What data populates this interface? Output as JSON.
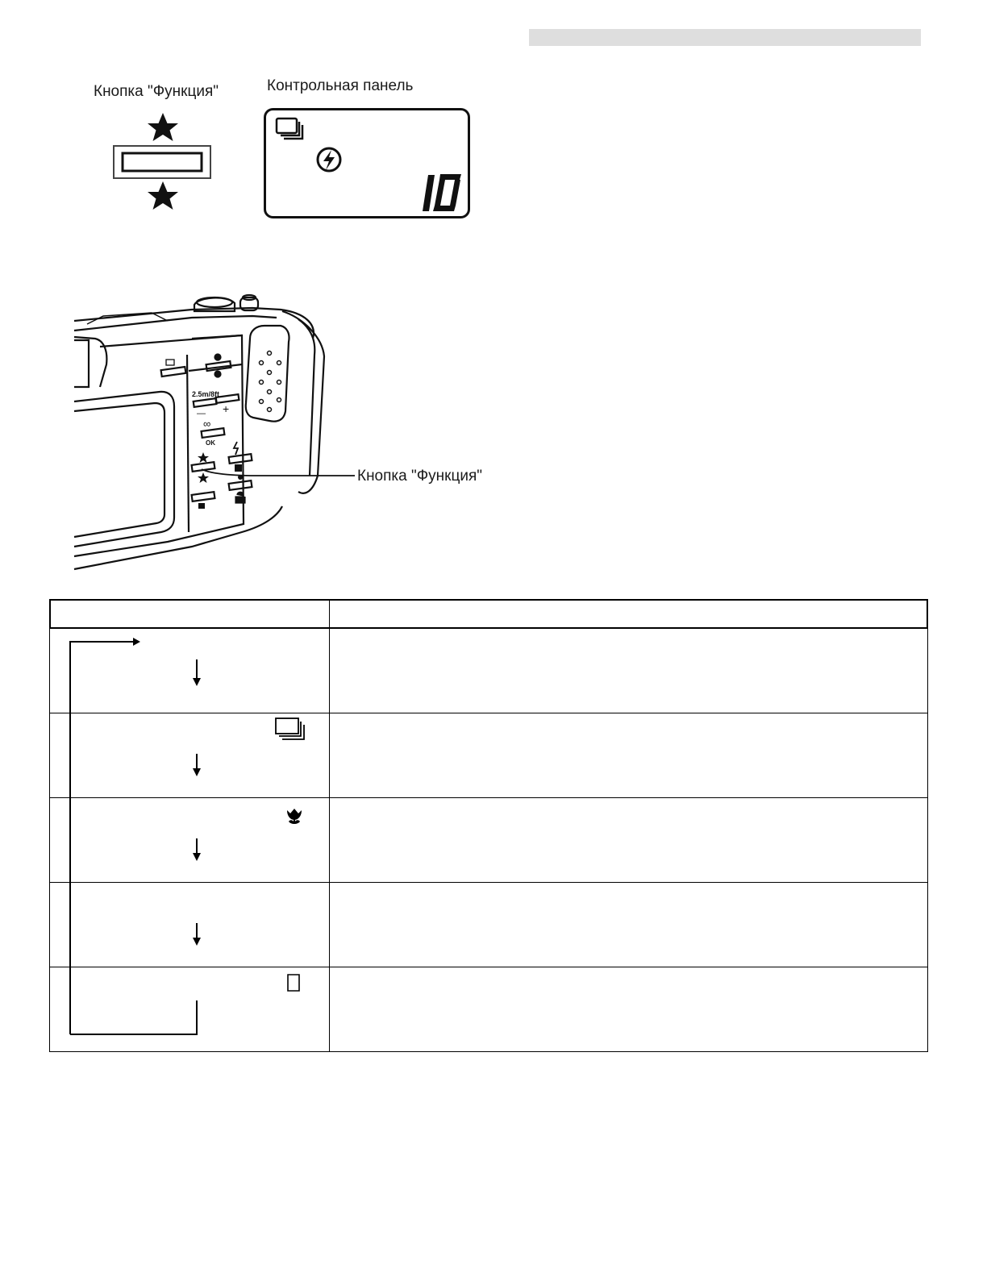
{
  "labels": {
    "function_button": "Кнопка \"Функция\"",
    "control_panel": "Контрольная панель",
    "callout_function_button": "Кнопка \"Функция\""
  },
  "lcd": {
    "frame_count": "10"
  },
  "icons": {
    "func_up": "star-icon",
    "func_down": "star-icon",
    "lcd_mode": "continuous-shooting-icon",
    "lcd_flash": "flash-off-icon",
    "row2": "continuous-shooting-icon",
    "row3": "macro-tulip-icon",
    "row5": "single-frame-icon"
  },
  "colors": {
    "header_bar": "#dedede",
    "lines": "#000000"
  }
}
